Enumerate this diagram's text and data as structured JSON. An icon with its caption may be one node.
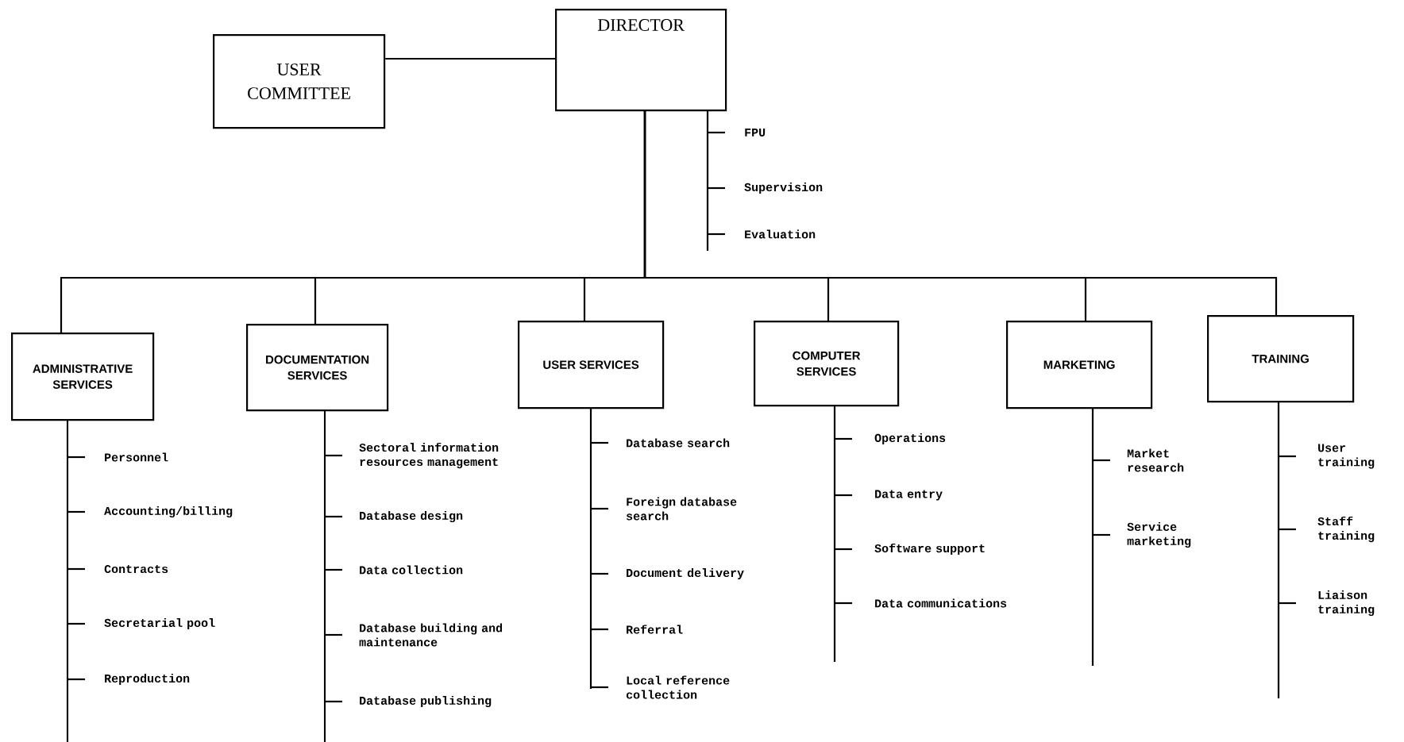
{
  "diagram": {
    "nodes": [
      {
        "text": [
          "USER COMMITTEE"
        ]
      },
      {
        "text": [
          "DIRECTOR"
        ]
      },
      {
        "text": [
          "ADMINISTRATIVE SERVICES"
        ]
      },
      {
        "text": [
          "DOCUMENTATION SERVICES"
        ]
      },
      {
        "text": [
          "USER SERVICES"
        ]
      },
      {
        "text": [
          "COMPUTER SERVICES"
        ]
      },
      {
        "text": [
          "MARKETING"
        ]
      },
      {
        "text": [
          "TRAINING"
        ]
      }
    ],
    "edges": [
      {
        "from": 0,
        "to": 1,
        "arrow": "none"
      },
      {
        "from": 1,
        "to": 2,
        "arrow": "none"
      },
      {
        "from": 1,
        "to": 3,
        "arrow": "none"
      },
      {
        "from": 1,
        "to": 4,
        "arrow": "none"
      },
      {
        "from": 1,
        "to": 5,
        "arrow": "none"
      },
      {
        "from": 1,
        "to": 6,
        "arrow": "none"
      },
      {
        "from": 1,
        "to": 7,
        "arrow": "none"
      }
    ],
    "labels": [
      "FPU",
      "Supervision",
      "Evaluation",
      "Personnel",
      "Accounting/billing",
      "Contracts",
      "Secretarial pool",
      "Reproduction",
      "Sectoral information resources management",
      "Database design",
      "Data collection",
      "Database building and maintenance",
      "Database publishing",
      "Database search",
      "Foreign database search",
      "Document delivery",
      "Referral",
      "Local reference collection",
      "Operations",
      "Data entry",
      "Software support",
      "Data communications",
      "Market research",
      "Service marketing",
      "User training",
      "Staff training",
      "Liaison training"
    ]
  }
}
